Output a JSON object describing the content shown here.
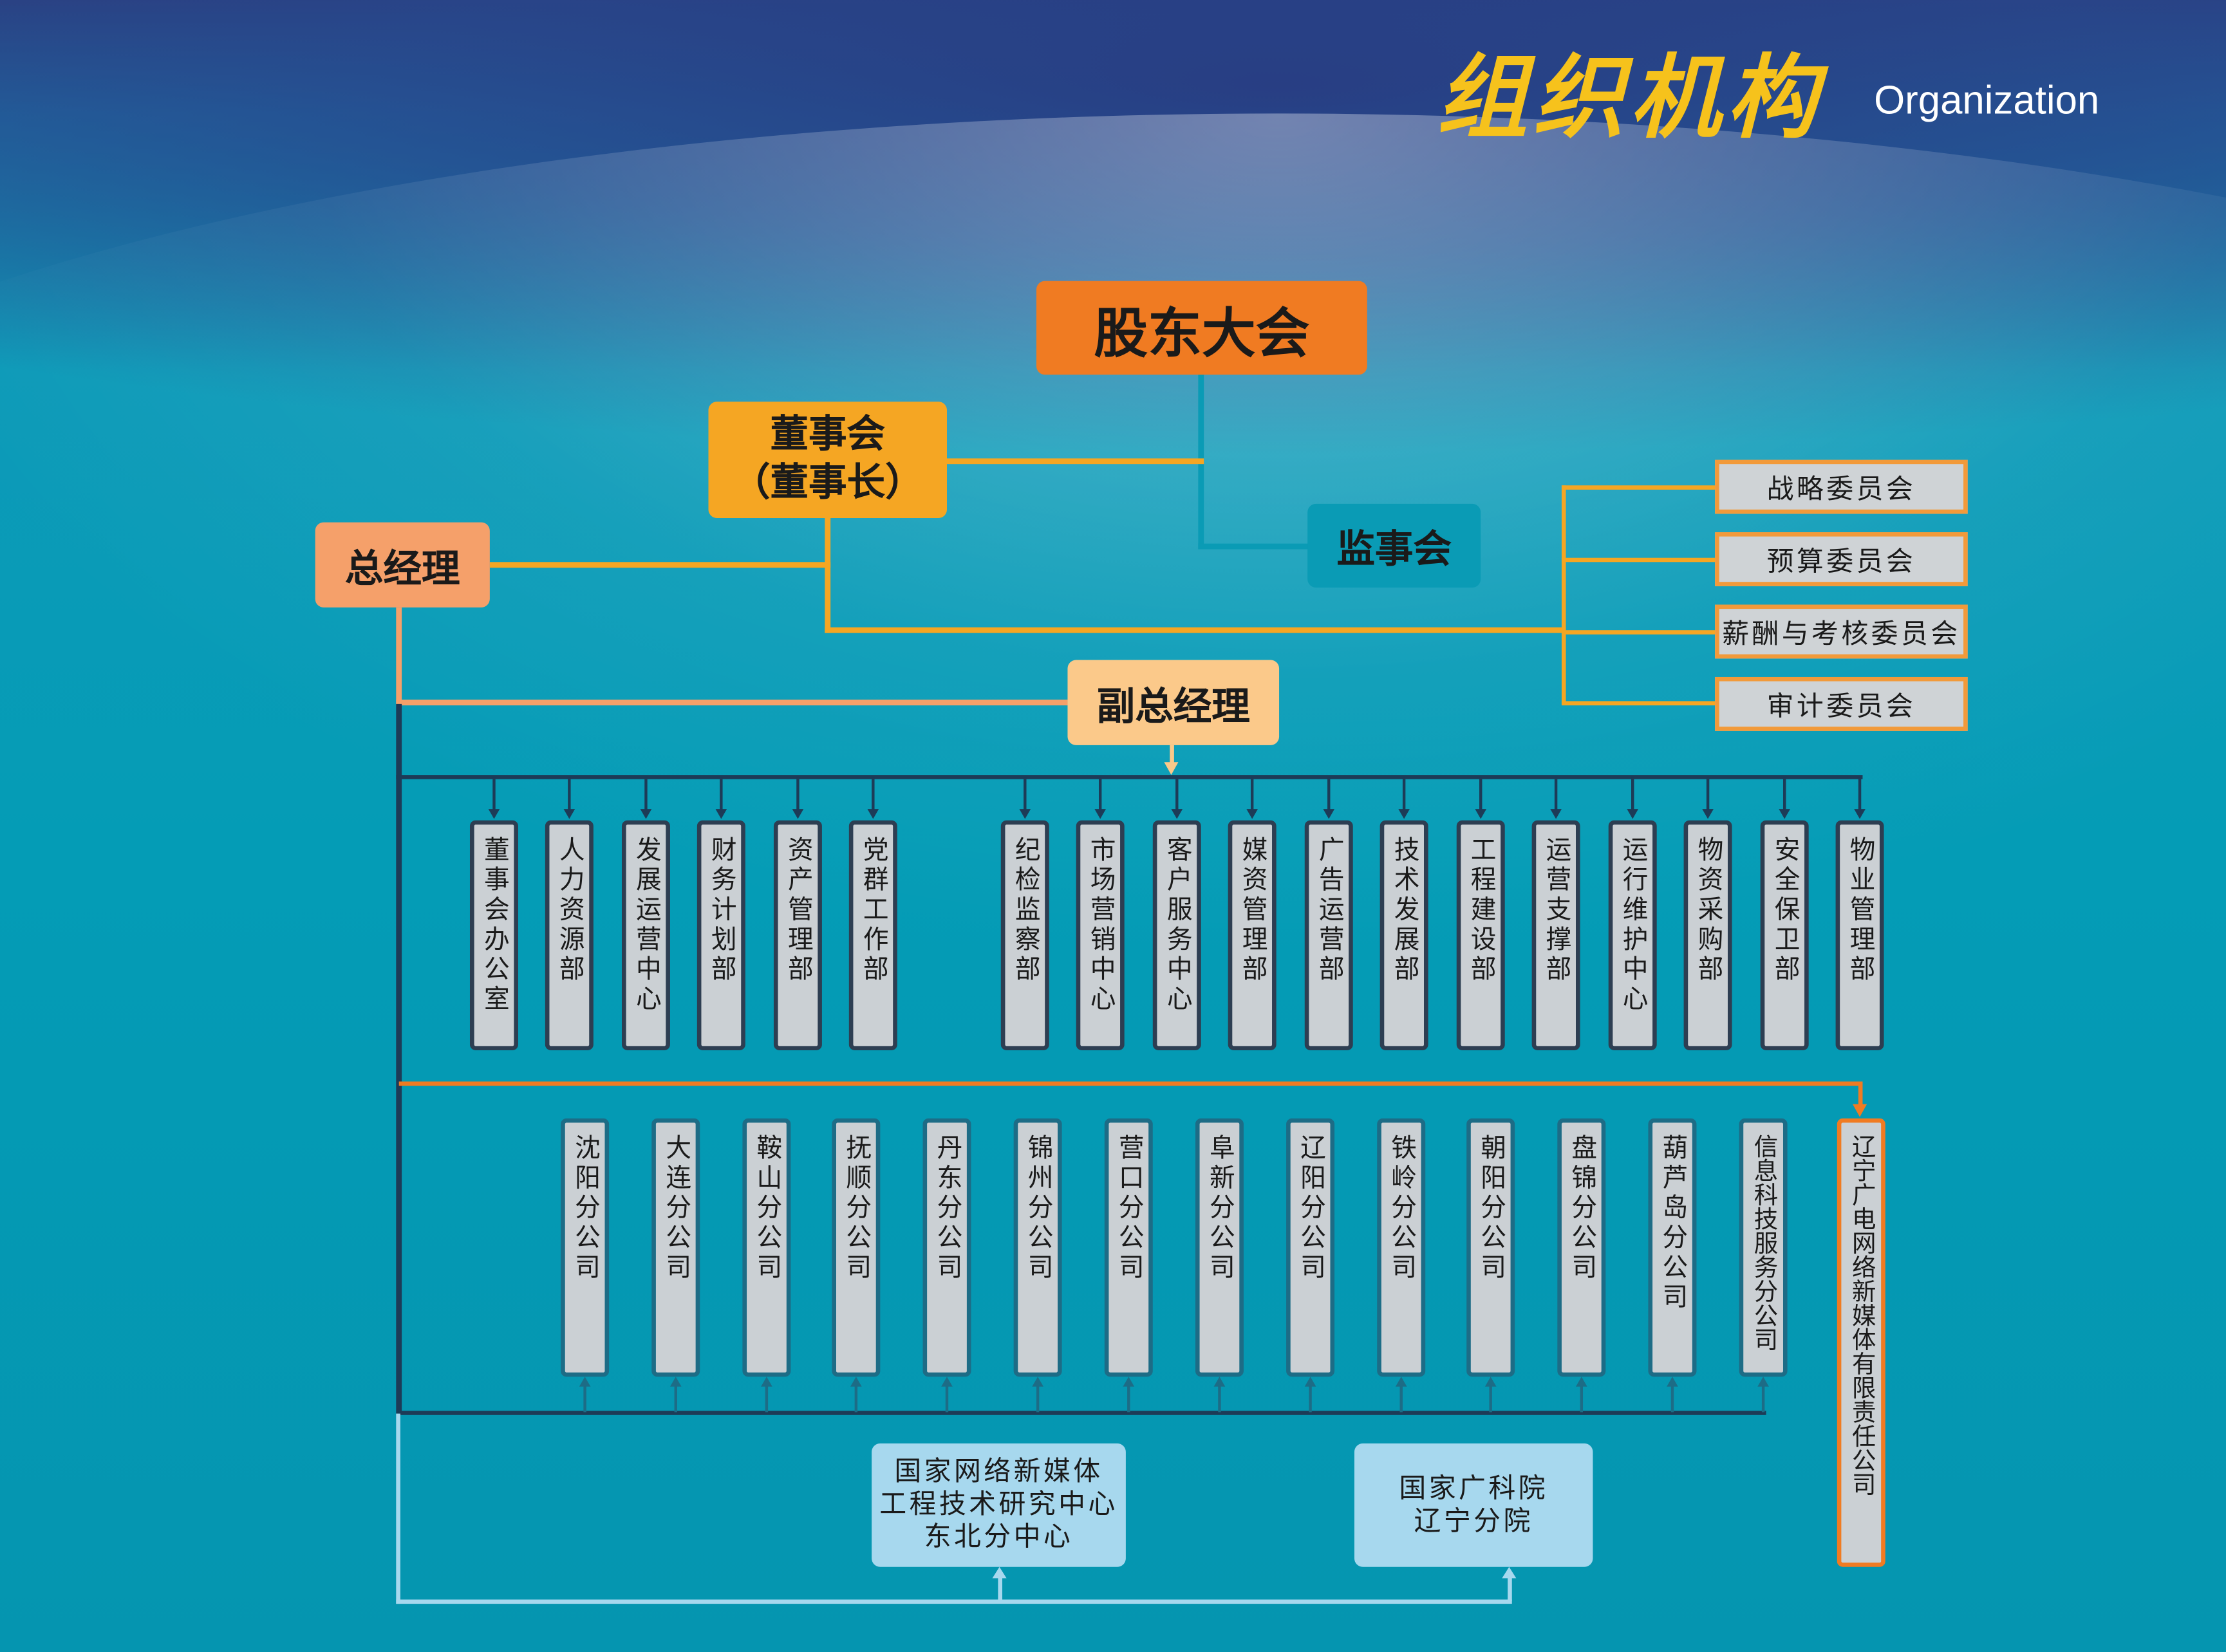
{
  "header": {
    "title_cn": "组织机构",
    "title_en": "Organization"
  },
  "top": {
    "shareholders": "股东大会",
    "board_line1": "董事会",
    "board_line2": "（董事长）",
    "supervisors": "监事会",
    "gm": "总经理",
    "deputy_gm": "副总经理"
  },
  "committees": [
    "战略委员会",
    "预算委员会",
    "薪酬与考核委员会",
    "审计委员会"
  ],
  "departments_left": [
    "董事会办公室",
    "人力资源部",
    "发展运营中心",
    "财务计划部",
    "资产管理部",
    "党群工作部"
  ],
  "departments_right": [
    "纪检监察部",
    "市场营销中心",
    "客户服务中心",
    "媒资管理部",
    "广告运营部",
    "技术发展部",
    "工程建设部",
    "运营支撑部",
    "运行维护中心",
    "物资采购部",
    "安全保卫部",
    "物业管理部"
  ],
  "branches": [
    "沈阳分公司",
    "大连分公司",
    "鞍山分公司",
    "抚顺分公司",
    "丹东分公司",
    "锦州分公司",
    "营口分公司",
    "阜新分公司",
    "辽阳分公司",
    "铁岭分公司",
    "朝阳分公司",
    "盘锦分公司",
    "葫芦岛分公司",
    "信息科技服务分公司"
  ],
  "subsidiary": "辽宁广电网络新媒体有限责任公司",
  "research": [
    {
      "lines": [
        "国家网络新媒体",
        "工程技术研究中心",
        "东北分中心"
      ]
    },
    {
      "lines": [
        "国家广科院",
        "辽宁分院"
      ]
    }
  ],
  "colors": {
    "orange": "#f07b22",
    "board": "#f5a623",
    "gm": "#f5a06a",
    "deputy": "#fbc98a",
    "supervisor": "#0a9bb5",
    "navy": "#1d3b57",
    "light_blue": "#a7d8ee",
    "gold": "#f6c21c"
  }
}
